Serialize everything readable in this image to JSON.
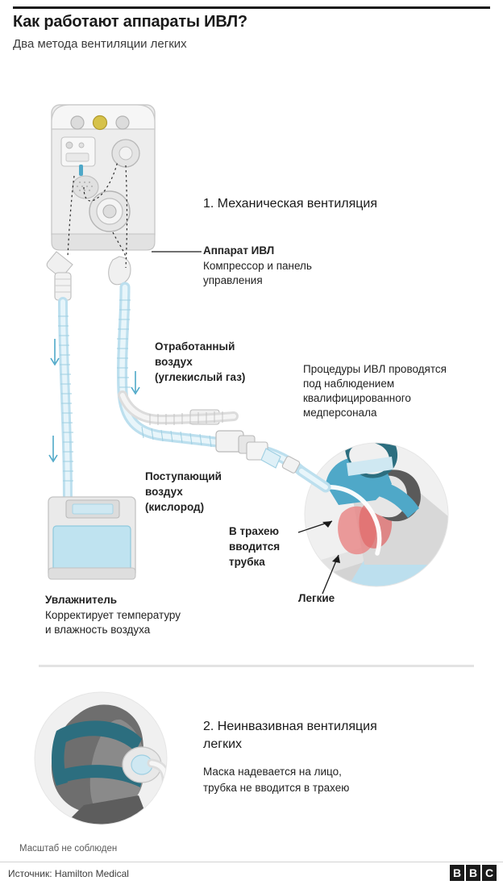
{
  "header": {
    "title": "Как работают аппараты ИВЛ?",
    "subtitle": "Два метода вентиляции легких"
  },
  "steps": [
    {
      "id": "step-1",
      "label": "1. Механическая вентиляция"
    },
    {
      "id": "step-2",
      "line1": "2. Неинвазивная вентиляция",
      "line2": "легких",
      "body1": "Маска надевается на лицо,",
      "body2": "трубка не вводится в трахею"
    }
  ],
  "labels": {
    "machine_title": "Аппарат ИВЛ",
    "machine_line1": "Компрессор и панель",
    "machine_line2": "управления",
    "exhaled_line1": "Отработанный",
    "exhaled_line2": "воздух",
    "exhaled_line3": "(углекислый газ)",
    "incoming_line1": "Поступающий",
    "incoming_line2": "воздух",
    "incoming_line3": "(кислород)",
    "supervision_line1": "Процедуры ИВЛ проводятся",
    "supervision_line2": "под наблюдением",
    "supervision_line3": "квалифицированного",
    "supervision_line4": "медперсонала",
    "trachea_line1": "В трахею",
    "trachea_line2": "вводится",
    "trachea_line3": "трубка",
    "lungs": "Легкие",
    "humidifier_title": "Увлажнитель",
    "humidifier_line1": "Корректирует температуру",
    "humidifier_line2": "и влажность воздуха"
  },
  "footer": {
    "scale_note": "Масштаб не соблюден",
    "source": "Источник: Hamilton Medical",
    "brand": [
      "B",
      "B",
      "C"
    ]
  },
  "colors": {
    "accent_blue": "#4fa8c8",
    "light_blue": "#cfe8f2",
    "grey_light": "#e8e8e8",
    "grey_mid": "#c9c9c9",
    "grey_dark": "#8b8b8b",
    "teal_dark": "#2c6e7f",
    "red": "#e06b6b",
    "text": "#222222"
  }
}
